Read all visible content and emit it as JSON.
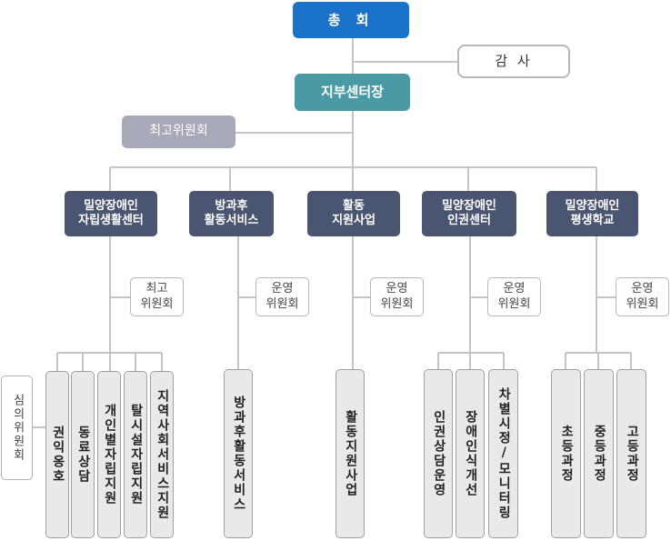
{
  "top": {
    "label": "총 회"
  },
  "audit": {
    "label": "감 사"
  },
  "director": {
    "label": "지부센터장"
  },
  "top_committee": {
    "label": "최고위원회"
  },
  "side_committee": {
    "label": "심의위원회"
  },
  "departments": [
    {
      "label": "밀양장애인\n자립생활센터",
      "committee": "최고\n위원회",
      "programs": [
        "권익옹호",
        "동료상담",
        "개인별자립지원",
        "탈시설자립지원",
        "지역사회서비스지원"
      ]
    },
    {
      "label": "방과후\n활동서비스",
      "committee": "운영\n위원회",
      "programs": [
        "방과후활동서비스"
      ]
    },
    {
      "label": "활동\n지원사업",
      "committee": "운영\n위원회",
      "programs": [
        "활동지원사업"
      ]
    },
    {
      "label": "밀양장애인\n인권센터",
      "committee": "운영\n위원회",
      "programs": [
        "인권상담운영",
        "장애인식개선",
        "차별시정/모니터링"
      ]
    },
    {
      "label": "밀양장애인\n평생학교",
      "committee": "운영\n위원회",
      "programs": [
        "초등과정",
        "중등과정",
        "고등과정"
      ]
    }
  ],
  "colors": {
    "top": "#1a73c8",
    "director": "#4a9aa6",
    "committee": "#a7a9b8",
    "department": "#4a5671",
    "program": "#e9e9e9",
    "line": "#c4c4c4"
  }
}
